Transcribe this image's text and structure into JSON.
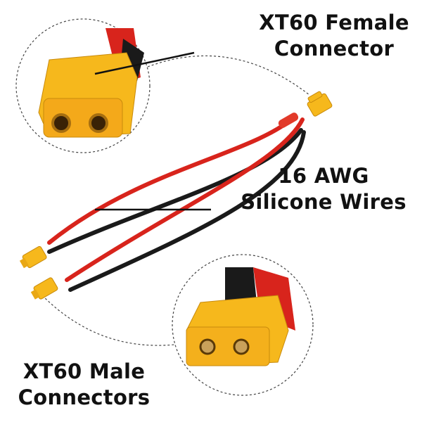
{
  "labels": {
    "female": {
      "line1": "XT60 Female",
      "line2": "Connector"
    },
    "wires": {
      "line1": "16 AWG",
      "line2": "Silicone Wires"
    },
    "male": {
      "line1": "XT60 Male",
      "line2": "Connectors"
    }
  },
  "colors": {
    "connector": "#f6b81c",
    "red_wire": "#d8241c",
    "black_wire": "#1a1a1a",
    "background": "#ffffff"
  }
}
